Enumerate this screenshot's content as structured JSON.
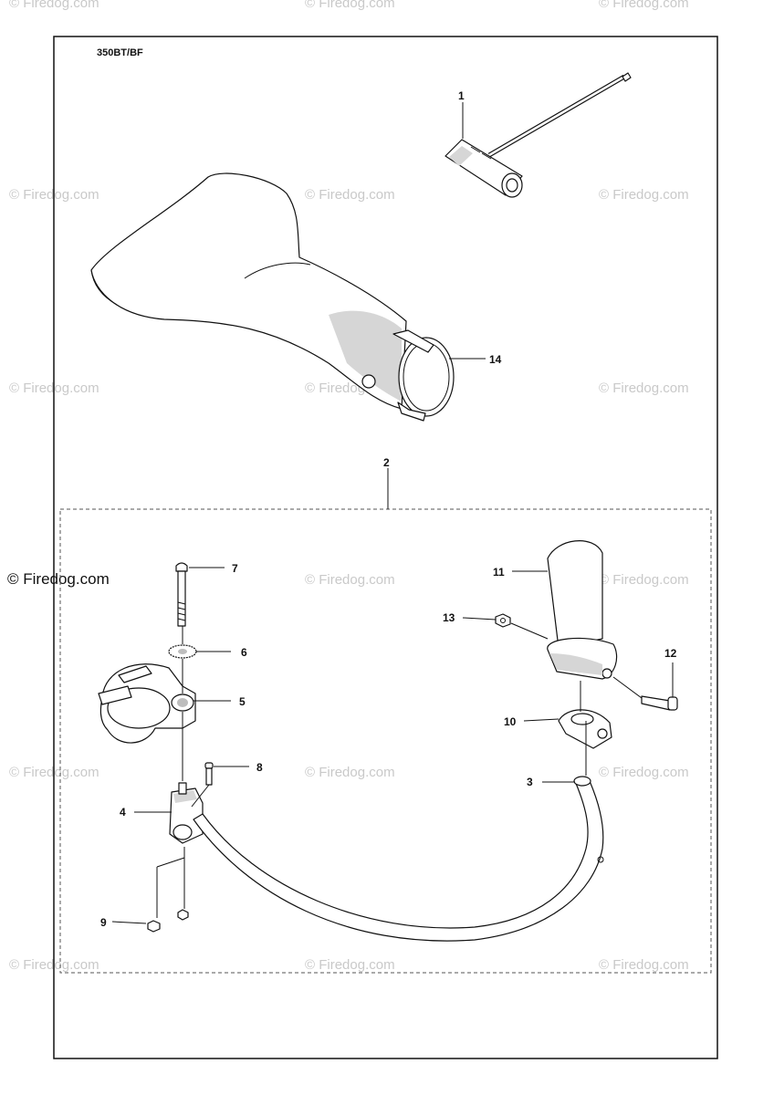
{
  "diagram": {
    "model_label": "350BT/BF",
    "watermark_text": "© Firedog.com",
    "callouts": [
      {
        "id": "1",
        "label": "1"
      },
      {
        "id": "2",
        "label": "2"
      },
      {
        "id": "3",
        "label": "3"
      },
      {
        "id": "4",
        "label": "4"
      },
      {
        "id": "5",
        "label": "5"
      },
      {
        "id": "6",
        "label": "6"
      },
      {
        "id": "7",
        "label": "7"
      },
      {
        "id": "8",
        "label": "8"
      },
      {
        "id": "9",
        "label": "9"
      },
      {
        "id": "10",
        "label": "10"
      },
      {
        "id": "11",
        "label": "11"
      },
      {
        "id": "12",
        "label": "12"
      },
      {
        "id": "13",
        "label": "13"
      },
      {
        "id": "14",
        "label": "14"
      }
    ],
    "parts": [
      "combination-wrench",
      "flat-nozzle",
      "handle-kit",
      "handle-bar",
      "bracket",
      "clamp",
      "washer",
      "bolt",
      "screw",
      "nut",
      "hinge",
      "grip",
      "bolt-handle",
      "nut-handle"
    ]
  }
}
